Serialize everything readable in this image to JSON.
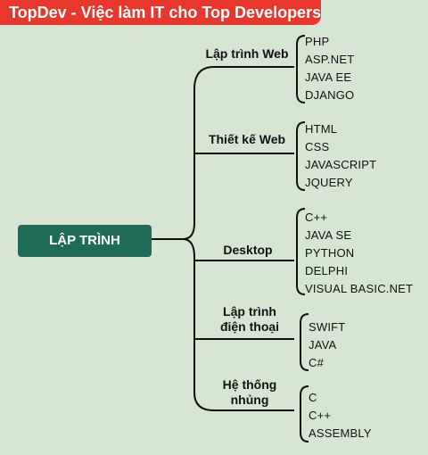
{
  "header": {
    "title": "TopDev - Việc làm IT cho Top Developers"
  },
  "root": {
    "label": "LẬP TRÌNH"
  },
  "categories": [
    {
      "label": "Lập trình Web",
      "items": [
        "PHP",
        "ASP.NET",
        "JAVA EE",
        "DJANGO"
      ]
    },
    {
      "label": "Thiết kế Web",
      "items": [
        "HTML",
        "CSS",
        "JAVASCRIPT",
        "JQUERY"
      ]
    },
    {
      "label": "Desktop",
      "items": [
        "C++",
        "JAVA SE",
        "PYTHON",
        "DELPHI",
        "VISUAL BASIC.NET"
      ]
    },
    {
      "label_line1": "Lập trình",
      "label_line2": "điện thoại",
      "items": [
        "SWIFT",
        "JAVA",
        "C#"
      ]
    },
    {
      "label_line1": "Hệ thống",
      "label_line2": "nhủng",
      "items": [
        "C",
        "C++",
        "ASSEMBLY"
      ]
    }
  ],
  "colors": {
    "banner": "#e8372c",
    "root": "#1f6b57",
    "background": "#d7e6d3",
    "lines": "#111111"
  }
}
